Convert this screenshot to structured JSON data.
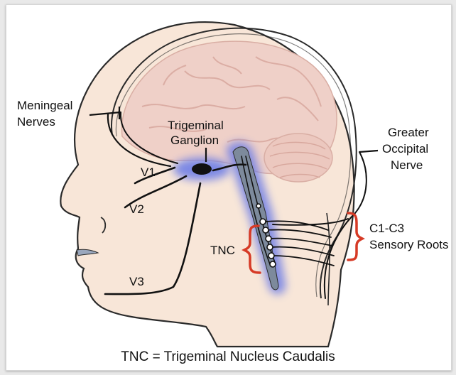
{
  "labels": {
    "meningeal_line1": "Meningeal",
    "meningeal_line2": "Nerves",
    "ganglion_line1": "Trigeminal",
    "ganglion_line2": "Ganglion",
    "v1": "V1",
    "v2": "V2",
    "v3": "V3",
    "tnc": "TNC",
    "occipital_line1": "Greater",
    "occipital_line2": "Occipital",
    "occipital_line3": "Nerve",
    "roots_line1": "C1-C3",
    "roots_line2": "Sensory Roots"
  },
  "caption": "TNC = Trigeminal Nucleus Caudalis",
  "colors": {
    "skin": "#f8e6d8",
    "brain": "#efd0c8",
    "brainstem_glow": "#6f7fe6",
    "brainstem": "#7d8a9c",
    "nerve": "#111111",
    "bracket": "#d63a26"
  }
}
